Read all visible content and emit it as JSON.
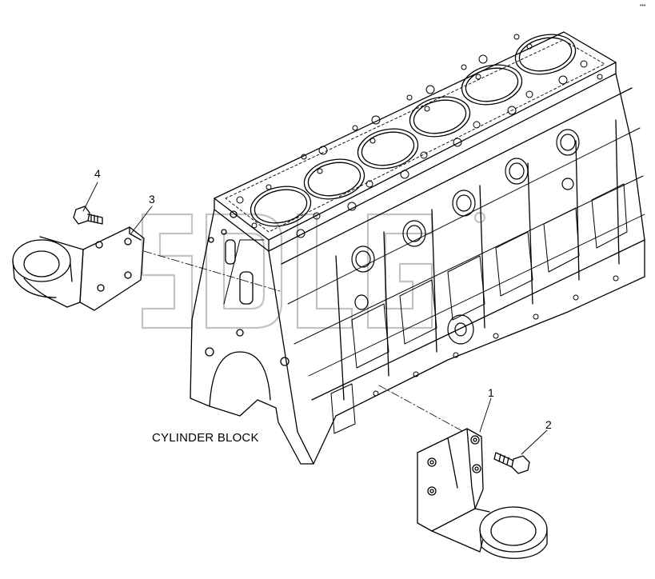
{
  "caption": "CYLINDER BLOCK",
  "callouts": [
    {
      "id": "1",
      "label": "1"
    },
    {
      "id": "2",
      "label": "2"
    },
    {
      "id": "3",
      "label": "3"
    },
    {
      "id": "4",
      "label": "4"
    }
  ],
  "watermark": "SDLG",
  "corner_mark": "•••"
}
